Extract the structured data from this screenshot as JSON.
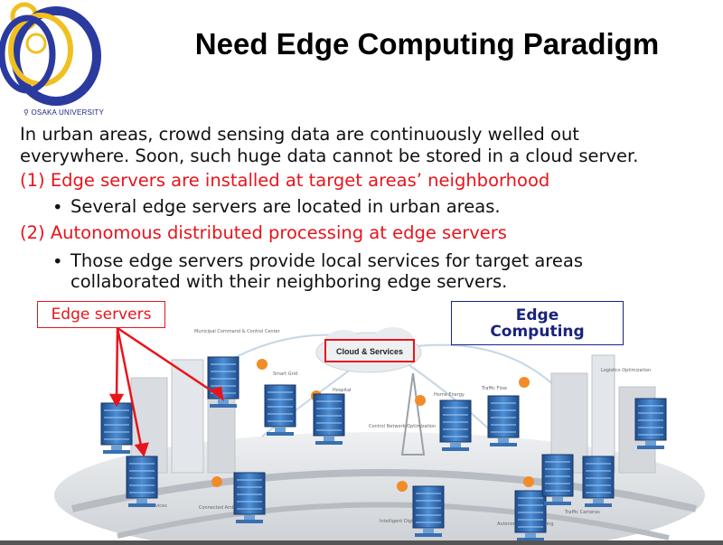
{
  "slide": {
    "title": "Need Edge Computing Paradigm",
    "university": "OSAKA UNIVERSITY",
    "intro_line1": "In urban areas, crowd sensing data are continuously welled out",
    "intro_line2": "everywhere. Soon, such huge data cannot be stored in a cloud server.",
    "point1": "(1) Edge servers are installed at target areas’ neighborhood",
    "point1_bullet": "Several edge servers are located in urban areas.",
    "point2": "(2) Autonomous distributed processing at edge servers",
    "point2_bullet_line1": "Those edge servers provide local services for target areas",
    "point2_bullet_line2": "collaborated with their neighboring edge servers.",
    "bullet_glyph": "•"
  },
  "diagram": {
    "edge_servers_label": "Edge servers",
    "edge_computing_label_line1": "Edge",
    "edge_computing_label_line2": "Computing",
    "cloud_label": "Cloud & Services",
    "small_labels": [
      "Municipal Command & Control Center",
      "Smart Grid",
      "Hospital",
      "Home Energy",
      "Traffic Flow",
      "Logistics Optimization",
      "Control Network Optimization",
      "Connected Ambulance",
      "Intelligent Digital Signage",
      "Autonomous Car Sharing",
      "Traffic Cameras",
      "Devices"
    ]
  },
  "colors": {
    "accent_red": "#e8141c",
    "accent_blue": "#1a237e",
    "server_blue": "#2f6fb6"
  }
}
